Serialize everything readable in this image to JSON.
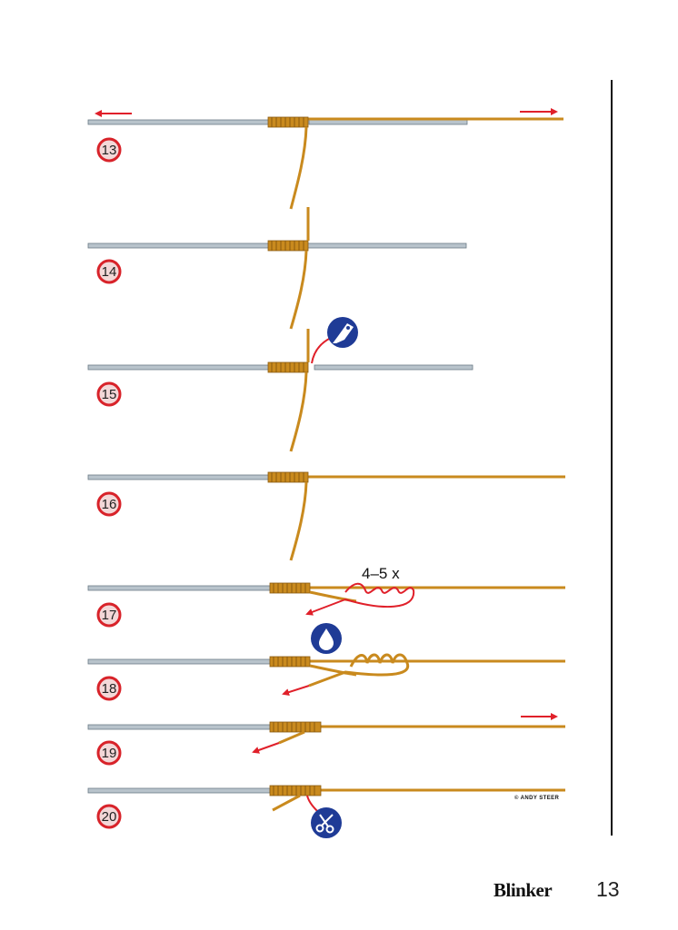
{
  "steps": [
    {
      "number": "13"
    },
    {
      "number": "14"
    },
    {
      "number": "15"
    },
    {
      "number": "16"
    },
    {
      "number": "17",
      "annotation": "4–5 x"
    },
    {
      "number": "18"
    },
    {
      "number": "19"
    },
    {
      "number": "20"
    }
  ],
  "credit": "© ANDY STEER",
  "footer": {
    "brand": "Blinker",
    "page_number": "13"
  },
  "colors": {
    "line": "#c98a1e",
    "line_dark": "#8a5a0f",
    "tube": "#b8c3cb",
    "arrow": "#e0202a",
    "badge_fill": "#f3d8d8",
    "badge_ring": "#d8232a",
    "icon_bg": "#1f3b96"
  },
  "icons": [
    "glue-applicator-icon",
    "water-drop-icon",
    "scissors-icon"
  ]
}
